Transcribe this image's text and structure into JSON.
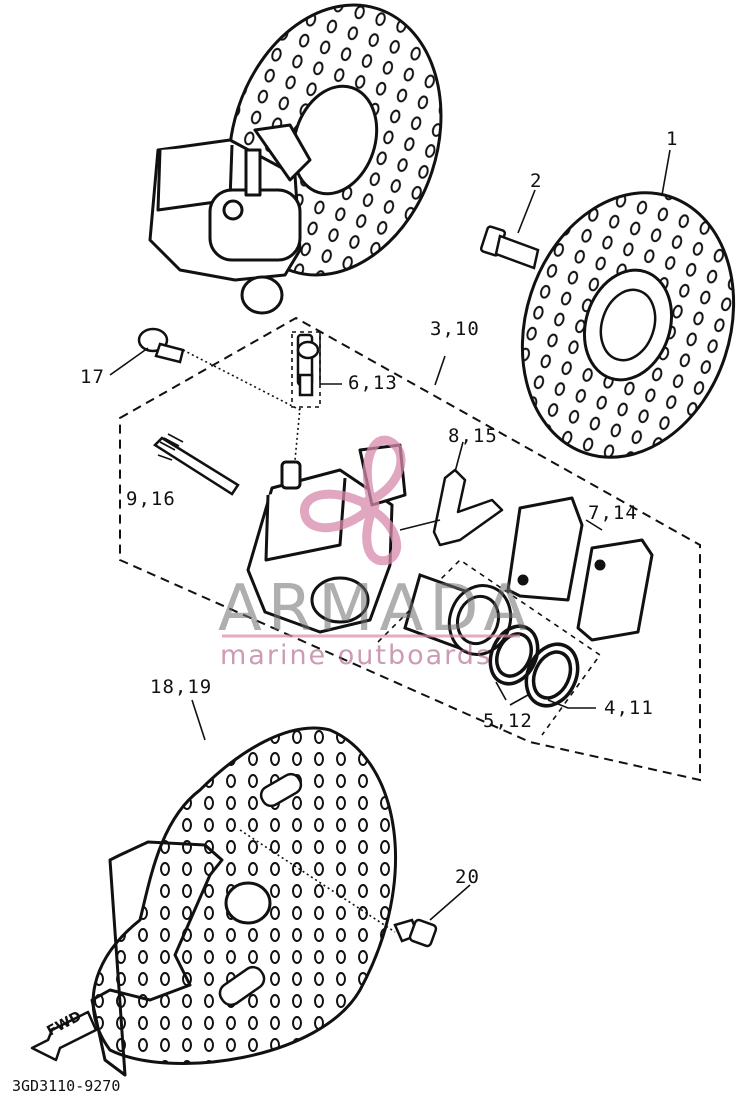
{
  "diagram": {
    "callouts": {
      "c1": "1",
      "c2": "2",
      "c3": "3,10",
      "c4": "4,11",
      "c5": "5,12",
      "c6": "6,13",
      "c7": "7,14",
      "c8": "8,15",
      "c9": "9,16",
      "c17": "17",
      "c18": "18,19",
      "c20": "20"
    },
    "fwd": "FWD",
    "drawing_code": "3GD3110-9270"
  },
  "watermark": {
    "brand": "ARMADA",
    "subtitle": "marine outboards",
    "colors": {
      "pink": "#d88aab",
      "gray": "#7a7a7a"
    }
  }
}
